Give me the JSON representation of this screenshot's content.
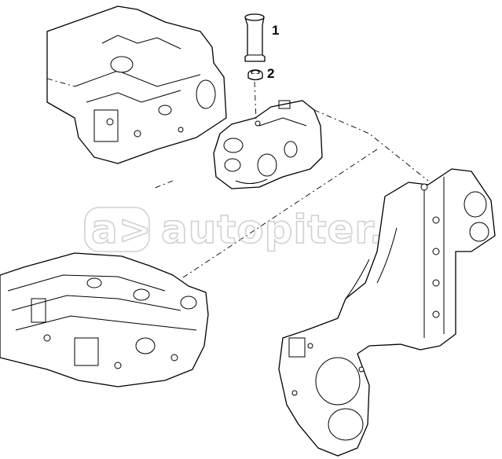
{
  "diagram": {
    "callouts": [
      {
        "label": "1"
      },
      {
        "label": "2"
      }
    ],
    "watermark": {
      "logo_glyph": "a>",
      "text": "autopiter.ru"
    },
    "colors": {
      "line": "#000000",
      "background": "#ffffff",
      "watermark": "#c9c9c9"
    }
  }
}
